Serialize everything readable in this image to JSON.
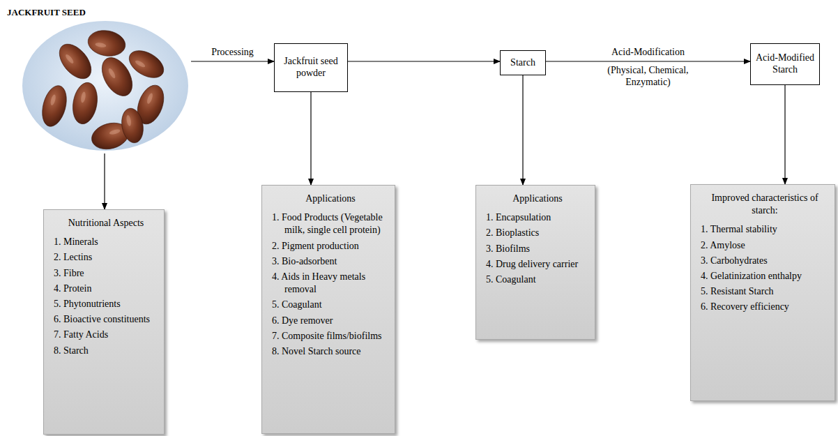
{
  "diagram": {
    "nodes": [
      {
        "text": [
          "JACKFRUIT SEED"
        ]
      },
      {
        "text": [
          "Jackfruit seed powder"
        ]
      },
      {
        "text": [
          "Starch"
        ]
      },
      {
        "text": [
          "Acid-Modified Starch"
        ]
      },
      {
        "text": [
          "Nutritional Aspects",
          "1. Minerals",
          "2. Lectins",
          "3. Fibre",
          "4. Protein",
          "5. Phytonutrients",
          "6. Bioactive constituents",
          "7. Fatty Acids",
          "8. Starch"
        ]
      },
      {
        "text": [
          "Applications",
          "1. Food Products (Vegetable milk, single cell protein)",
          "2. Pigment production",
          "3. Bio-adsorbent",
          "4. Aids in Heavy metals removal",
          "5. Coagulant",
          "6. Dye remover",
          "7. Composite films/biofilms",
          "8. Novel Starch source"
        ]
      },
      {
        "text": [
          "Applications",
          "1. Encapsulation",
          "2. Bioplastics",
          "3. Biofilms",
          "4. Drug delivery carrier",
          "5. Coagulant"
        ]
      },
      {
        "text": [
          "Improved characteristics of starch:",
          "1. Thermal stability",
          "2. Amylose",
          "3. Carbohydrates",
          "4. Gelatinization enthalpy",
          "5. Resistant Starch",
          "6. Recovery efficiency"
        ]
      }
    ],
    "edges": [
      {
        "from": 0,
        "to": 1,
        "label": "Processing",
        "arrow": "to"
      },
      {
        "from": 1,
        "to": 2,
        "arrow": "to"
      },
      {
        "from": 2,
        "to": 3,
        "label": "Acid-Modification",
        "arrow": "to"
      },
      {
        "from": 0,
        "to": 4,
        "arrow": "to"
      },
      {
        "from": 1,
        "to": 5,
        "arrow": "to"
      },
      {
        "from": 2,
        "to": 6,
        "arrow": "to"
      },
      {
        "from": 3,
        "to": 7,
        "arrow": "to"
      }
    ],
    "labels": [
      "(Physical, Chemical, Enzymatic)"
    ]
  }
}
